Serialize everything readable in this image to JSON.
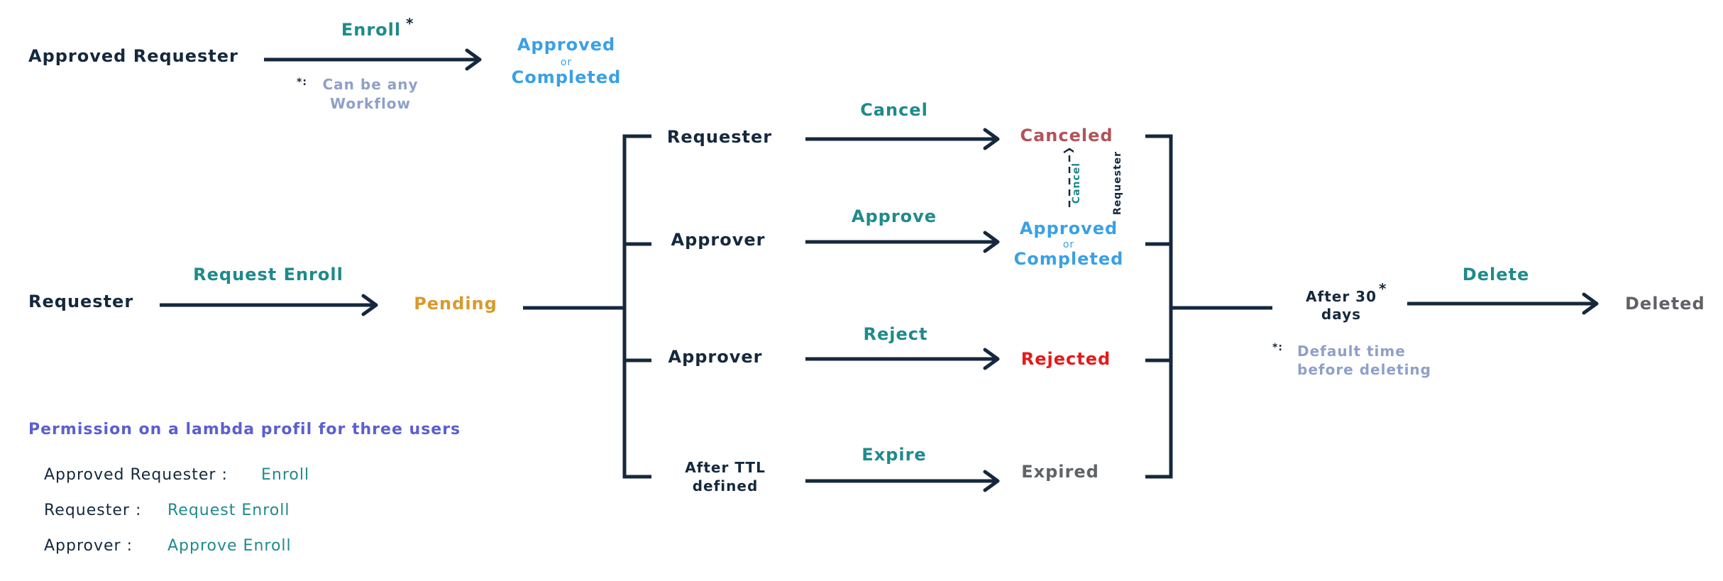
{
  "top": {
    "actor": "Approved Requester",
    "action": "Enroll",
    "action_mark": "*",
    "footnote_mark": "*:",
    "footnote_line1": "Can be any",
    "footnote_line2": "Workflow",
    "result_line1": "Approved",
    "result_or": "or",
    "result_line2": "Completed"
  },
  "main": {
    "actor": "Requester",
    "action": "Request Enroll",
    "state": "Pending"
  },
  "branches": [
    {
      "actor": "Requester",
      "action": "Cancel",
      "result": "Canceled"
    },
    {
      "actor": "Approver",
      "action": "Approve",
      "result_line1": "Approved",
      "result_or": "or",
      "result_line2": "Completed"
    },
    {
      "actor": "Approver",
      "action": "Reject",
      "result": "Rejected"
    },
    {
      "actor_line1": "After TTL",
      "actor_line2": "defined",
      "action": "Expire",
      "result": "Expired"
    }
  ],
  "cancel_link": {
    "action": "Cancel",
    "actor": "Requester"
  },
  "delete": {
    "trigger_line1": "After 30",
    "trigger_line2": "days",
    "trigger_mark": "*",
    "footnote_mark": "*:",
    "footnote_line1": "Default time",
    "footnote_line2": "before deleting",
    "action": "Delete",
    "result": "Deleted"
  },
  "permissions": {
    "title": "Permission on a lambda profil for three users",
    "rows": [
      {
        "user": "Approved Requester :",
        "perm": "Enroll"
      },
      {
        "user": "Requester :",
        "perm": "Request Enroll"
      },
      {
        "user": "Approver :",
        "perm": "Approve Enroll"
      }
    ]
  },
  "colors": {
    "line": "#15283d",
    "action": "#1f8a8c",
    "approved": "#3aa0e6",
    "pending": "#d89a2c",
    "rejected": "#e81818",
    "canceled": "#b0545a",
    "expired": "#5f6266",
    "footnote": "#8fa0c8",
    "title": "#5a5fd1"
  }
}
